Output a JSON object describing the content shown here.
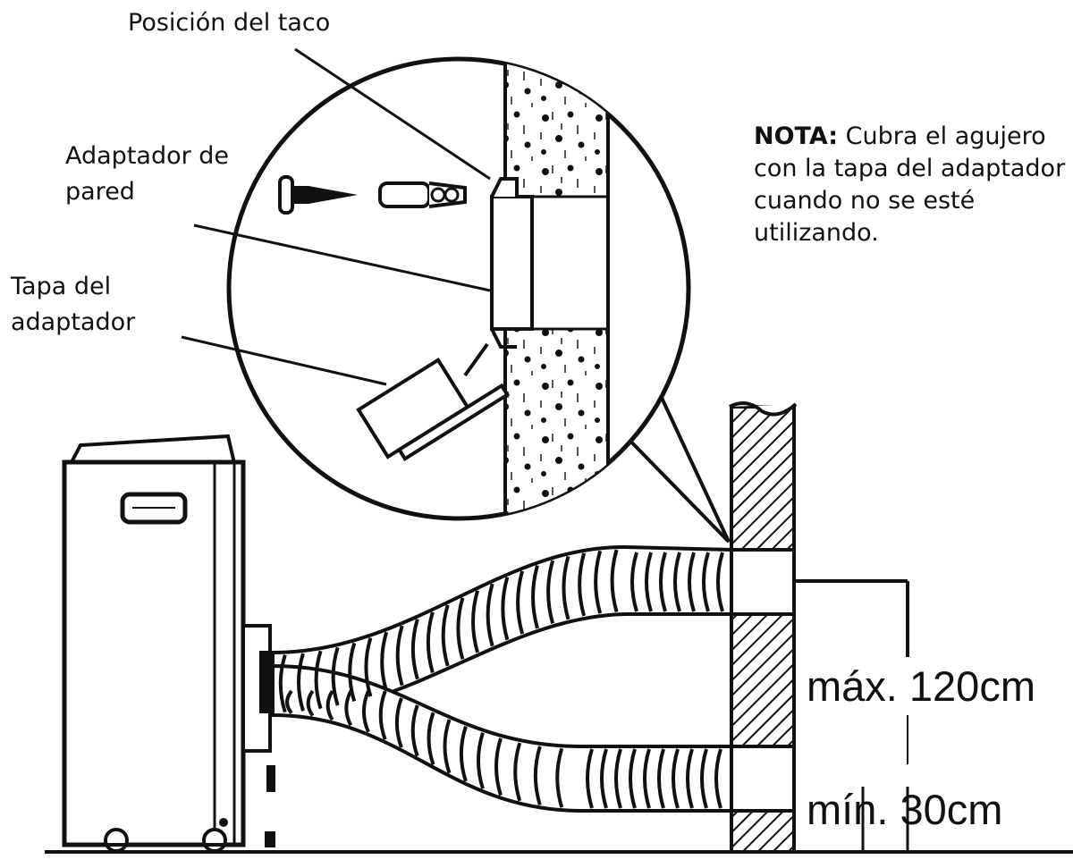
{
  "labels": {
    "plug_position": "Posición del taco",
    "wall_adapter_line1": "Adaptador de",
    "wall_adapter_line2": "pared",
    "adapter_cap_line1": "Tapa del",
    "adapter_cap_line2": "adaptador"
  },
  "note": {
    "heading": "NOTA:",
    "line1": "Cubra el agujero",
    "line2": "con la tapa del adaptador",
    "line3": "cuando no se esté",
    "line4": "utilizando."
  },
  "dimensions": {
    "max": "máx. 120cm",
    "min": "mín. 30cm"
  },
  "colors": {
    "ink": "#111111",
    "background": "#ffffff"
  }
}
